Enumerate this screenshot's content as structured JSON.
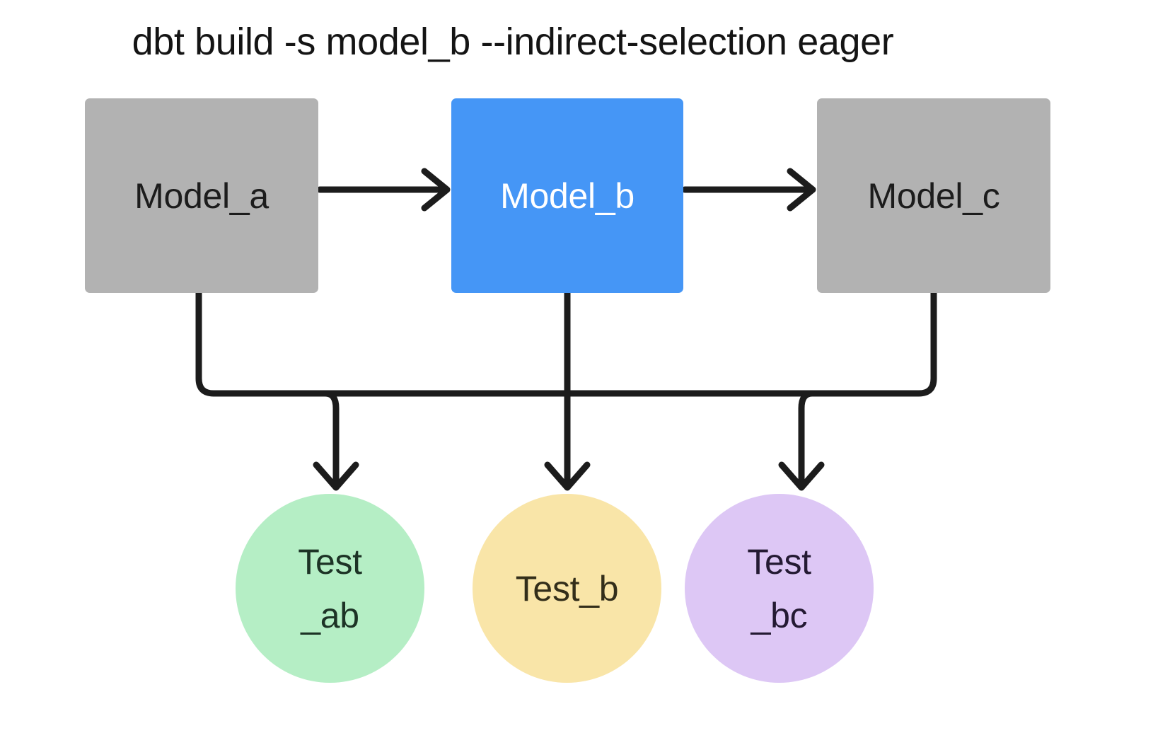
{
  "title": "dbt build -s model_b --indirect-selection eager",
  "diagram": {
    "type": "dag",
    "description": "dbt DAG showing three models in a chain with three tests attached",
    "colors": {
      "model_unselected": "#b2b2b2",
      "model_selected": "#4596f6",
      "test_ab": "#b5eec5",
      "test_b": "#f9e5a8",
      "test_bc": "#ddc7f5",
      "connector": "#1c1c1c",
      "background": "#ffffff"
    },
    "models": [
      {
        "id": "model_a",
        "label": "Model_a",
        "selected": false
      },
      {
        "id": "model_b",
        "label": "Model_b",
        "selected": true
      },
      {
        "id": "model_c",
        "label": "Model_c",
        "selected": false
      }
    ],
    "tests": [
      {
        "id": "test_ab",
        "label_line1": "Test",
        "label_line2": "_ab",
        "full_label": "Test_ab"
      },
      {
        "id": "test_b",
        "label_line1": "Test_b",
        "label_line2": "",
        "full_label": "Test_b"
      },
      {
        "id": "test_bc",
        "label_line1": "Test",
        "label_line2": "_bc",
        "full_label": "Test_bc"
      }
    ],
    "edges": [
      {
        "from": "model_a",
        "to": "model_b",
        "style": "straight-arrow"
      },
      {
        "from": "model_b",
        "to": "model_c",
        "style": "straight-arrow"
      },
      {
        "from": "model_a",
        "to": "test_ab",
        "style": "elbow-arrow"
      },
      {
        "from": "model_b",
        "to": "test_ab",
        "style": "elbow-arrow"
      },
      {
        "from": "model_b",
        "to": "test_b",
        "style": "straight-arrow"
      },
      {
        "from": "model_b",
        "to": "test_bc",
        "style": "elbow-arrow"
      },
      {
        "from": "model_c",
        "to": "test_bc",
        "style": "elbow-arrow"
      }
    ]
  }
}
